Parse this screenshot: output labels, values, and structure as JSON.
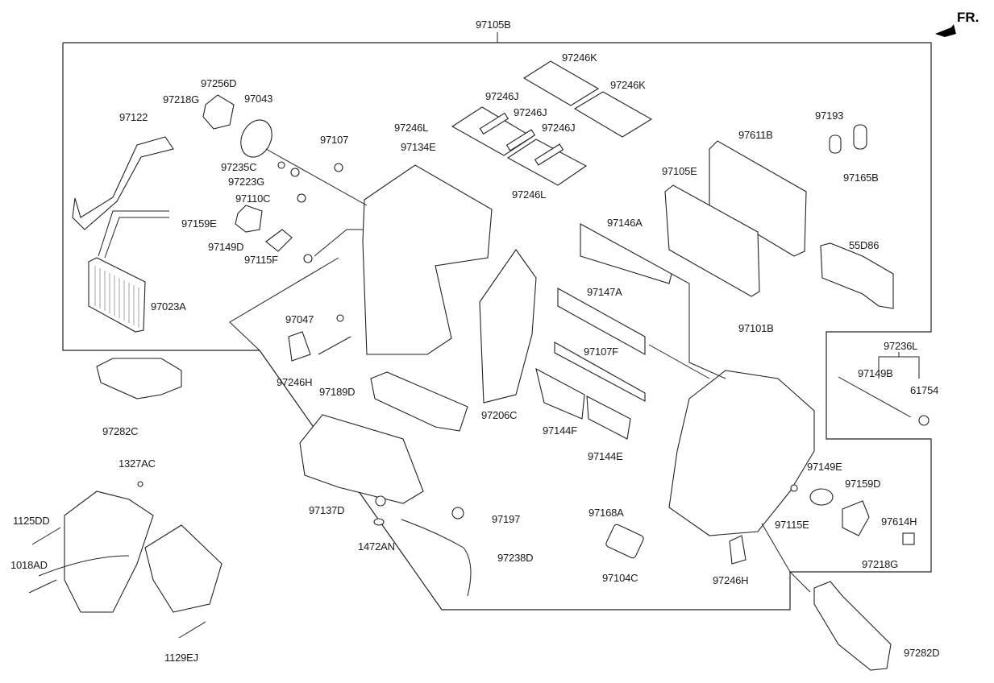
{
  "diagram": {
    "title": "Heater & A/C Unit Exploded Parts Diagram",
    "orientation_marker": "FR.",
    "assembly_label": "97105B",
    "labels": [
      {
        "id": "97105B",
        "text": "97105B"
      },
      {
        "id": "97246K_1",
        "text": "97246K"
      },
      {
        "id": "97246K_2",
        "text": "97246K"
      },
      {
        "id": "97256D",
        "text": "97256D"
      },
      {
        "id": "97218G_1",
        "text": "97218G"
      },
      {
        "id": "97043",
        "text": "97043"
      },
      {
        "id": "97122",
        "text": "97122"
      },
      {
        "id": "97246J_1",
        "text": "97246J"
      },
      {
        "id": "97246J_2",
        "text": "97246J"
      },
      {
        "id": "97246J_3",
        "text": "97246J"
      },
      {
        "id": "97246L_1",
        "text": "97246L"
      },
      {
        "id": "97246L_2",
        "text": "97246L"
      },
      {
        "id": "97107",
        "text": "97107"
      },
      {
        "id": "97134E",
        "text": "97134E"
      },
      {
        "id": "97193",
        "text": "97193"
      },
      {
        "id": "97611B",
        "text": "97611B"
      },
      {
        "id": "97165B",
        "text": "97165B"
      },
      {
        "id": "97235C",
        "text": "97235C"
      },
      {
        "id": "97223G",
        "text": "97223G"
      },
      {
        "id": "97110C",
        "text": "97110C"
      },
      {
        "id": "97159E",
        "text": "97159E"
      },
      {
        "id": "97149D",
        "text": "97149D"
      },
      {
        "id": "97115F",
        "text": "97115F"
      },
      {
        "id": "97105E",
        "text": "97105E"
      },
      {
        "id": "97146A",
        "text": "97146A"
      },
      {
        "id": "55D86",
        "text": "55D86"
      },
      {
        "id": "97023A",
        "text": "97023A"
      },
      {
        "id": "97147A",
        "text": "97147A"
      },
      {
        "id": "97047",
        "text": "97047"
      },
      {
        "id": "97101B",
        "text": "97101B"
      },
      {
        "id": "97107F",
        "text": "97107F"
      },
      {
        "id": "97236L",
        "text": "97236L"
      },
      {
        "id": "97149B",
        "text": "97149B"
      },
      {
        "id": "61754",
        "text": "61754"
      },
      {
        "id": "97246H_1",
        "text": "97246H"
      },
      {
        "id": "97189D",
        "text": "97189D"
      },
      {
        "id": "97206C",
        "text": "97206C"
      },
      {
        "id": "97144F",
        "text": "97144F"
      },
      {
        "id": "97144E",
        "text": "97144E"
      },
      {
        "id": "97282C",
        "text": "97282C"
      },
      {
        "id": "1327AC",
        "text": "1327AC"
      },
      {
        "id": "97137D",
        "text": "97137D"
      },
      {
        "id": "97149E",
        "text": "97149E"
      },
      {
        "id": "97159D",
        "text": "97159D"
      },
      {
        "id": "1125DD",
        "text": "1125DD"
      },
      {
        "id": "97197",
        "text": "97197"
      },
      {
        "id": "97168A",
        "text": "97168A"
      },
      {
        "id": "97115E",
        "text": "97115E"
      },
      {
        "id": "97614H",
        "text": "97614H"
      },
      {
        "id": "1472AN",
        "text": "1472AN"
      },
      {
        "id": "1018AD",
        "text": "1018AD"
      },
      {
        "id": "97238D",
        "text": "97238D"
      },
      {
        "id": "97218G_2",
        "text": "97218G"
      },
      {
        "id": "97104C",
        "text": "97104C"
      },
      {
        "id": "97246H_2",
        "text": "97246H"
      },
      {
        "id": "97282D",
        "text": "97282D"
      },
      {
        "id": "1129EJ",
        "text": "1129EJ"
      }
    ]
  }
}
